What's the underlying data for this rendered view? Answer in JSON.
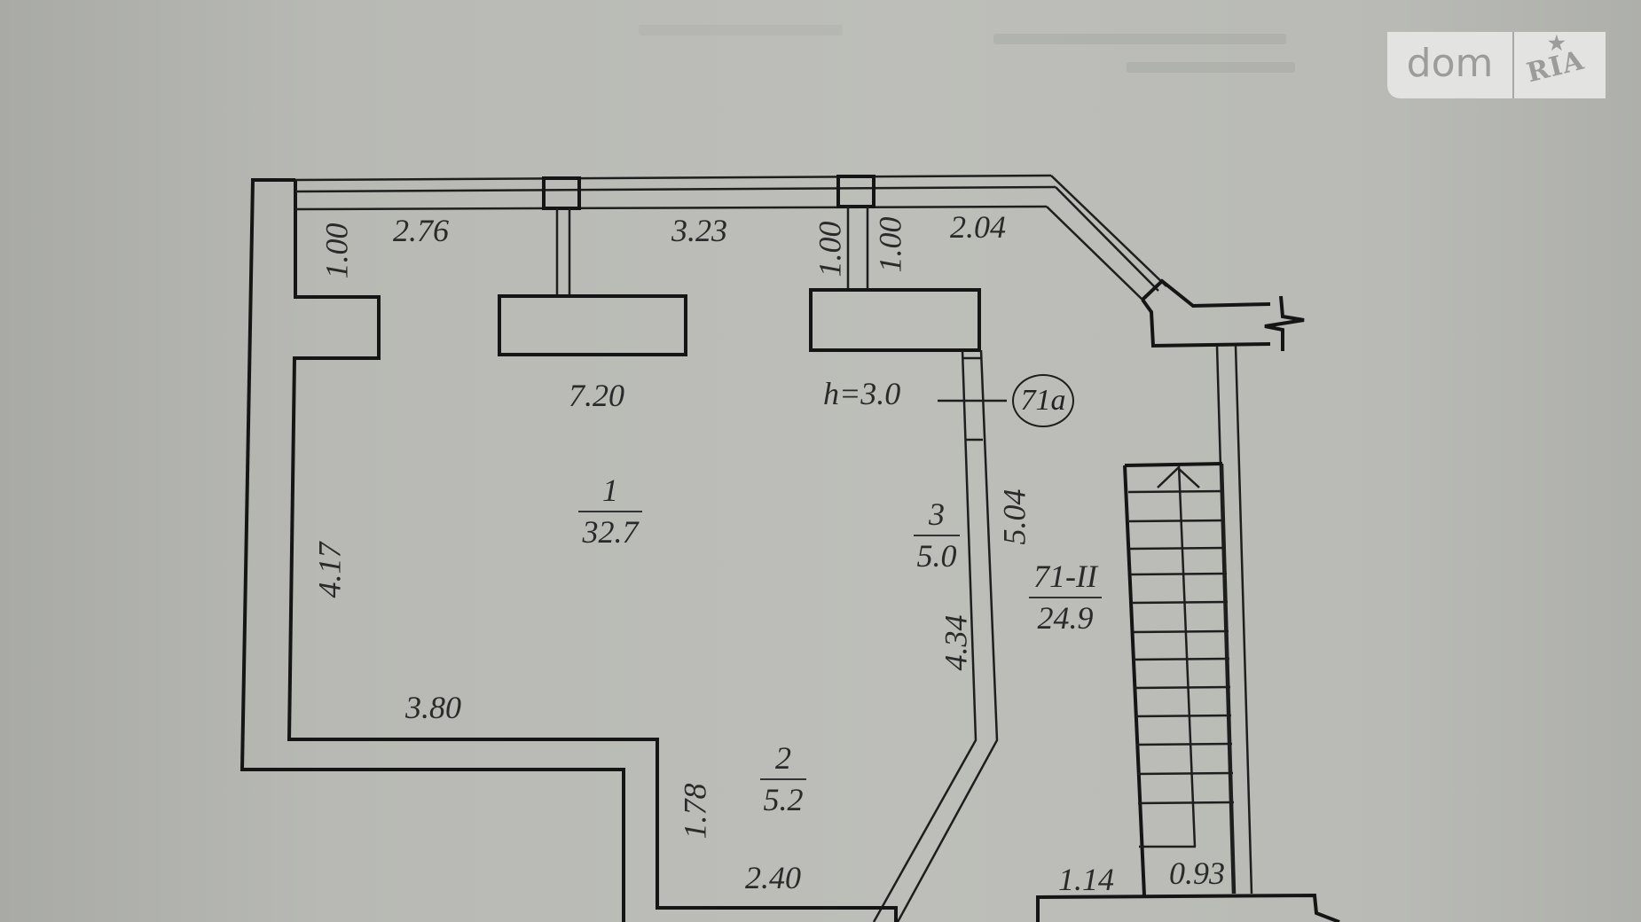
{
  "watermark": {
    "left_text": "dom",
    "right_text": "RIA",
    "star_icon": "★",
    "colors": {
      "background": "#e3e3e1",
      "text": "#9c9c9a"
    }
  },
  "plan": {
    "height_label": "h=3.0",
    "section_marker": "71a",
    "dimensions": {
      "top_left_depth": "1.00",
      "top_seg_1": "2.76",
      "top_seg_2": "3.23",
      "column_depth_left": "1.00",
      "column_depth_right": "1.00",
      "top_seg_3": "2.04",
      "room1_width": "7.20",
      "left_wall": "4.17",
      "bottom_left": "3.80",
      "room2_side": "1.78",
      "room2_bottom": "2.40",
      "room3_wall_inner": "4.34",
      "room3_wall_outer": "5.04",
      "stair_left": "1.14",
      "stair_right": "0.93"
    },
    "rooms": [
      {
        "number": "1",
        "area": "32.7"
      },
      {
        "number": "2",
        "area": "5.2"
      },
      {
        "number": "3",
        "area": "5.0"
      },
      {
        "number": "71-II",
        "area": "24.9"
      }
    ],
    "colors": {
      "paper": "#bdbeb9",
      "ink": "#151515"
    }
  }
}
